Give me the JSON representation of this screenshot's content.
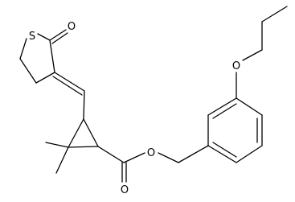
{
  "molecule": {
    "atom_labels": {
      "sulfur": "S",
      "thiolactone_carbonyl_oxygen": "O",
      "ether_oxygen": "O",
      "ester_oxygen": "O",
      "ester_carbonyl_oxygen": "O"
    },
    "colors": {
      "bond": "#000000",
      "label": "#000000",
      "background": "#ffffff"
    }
  }
}
